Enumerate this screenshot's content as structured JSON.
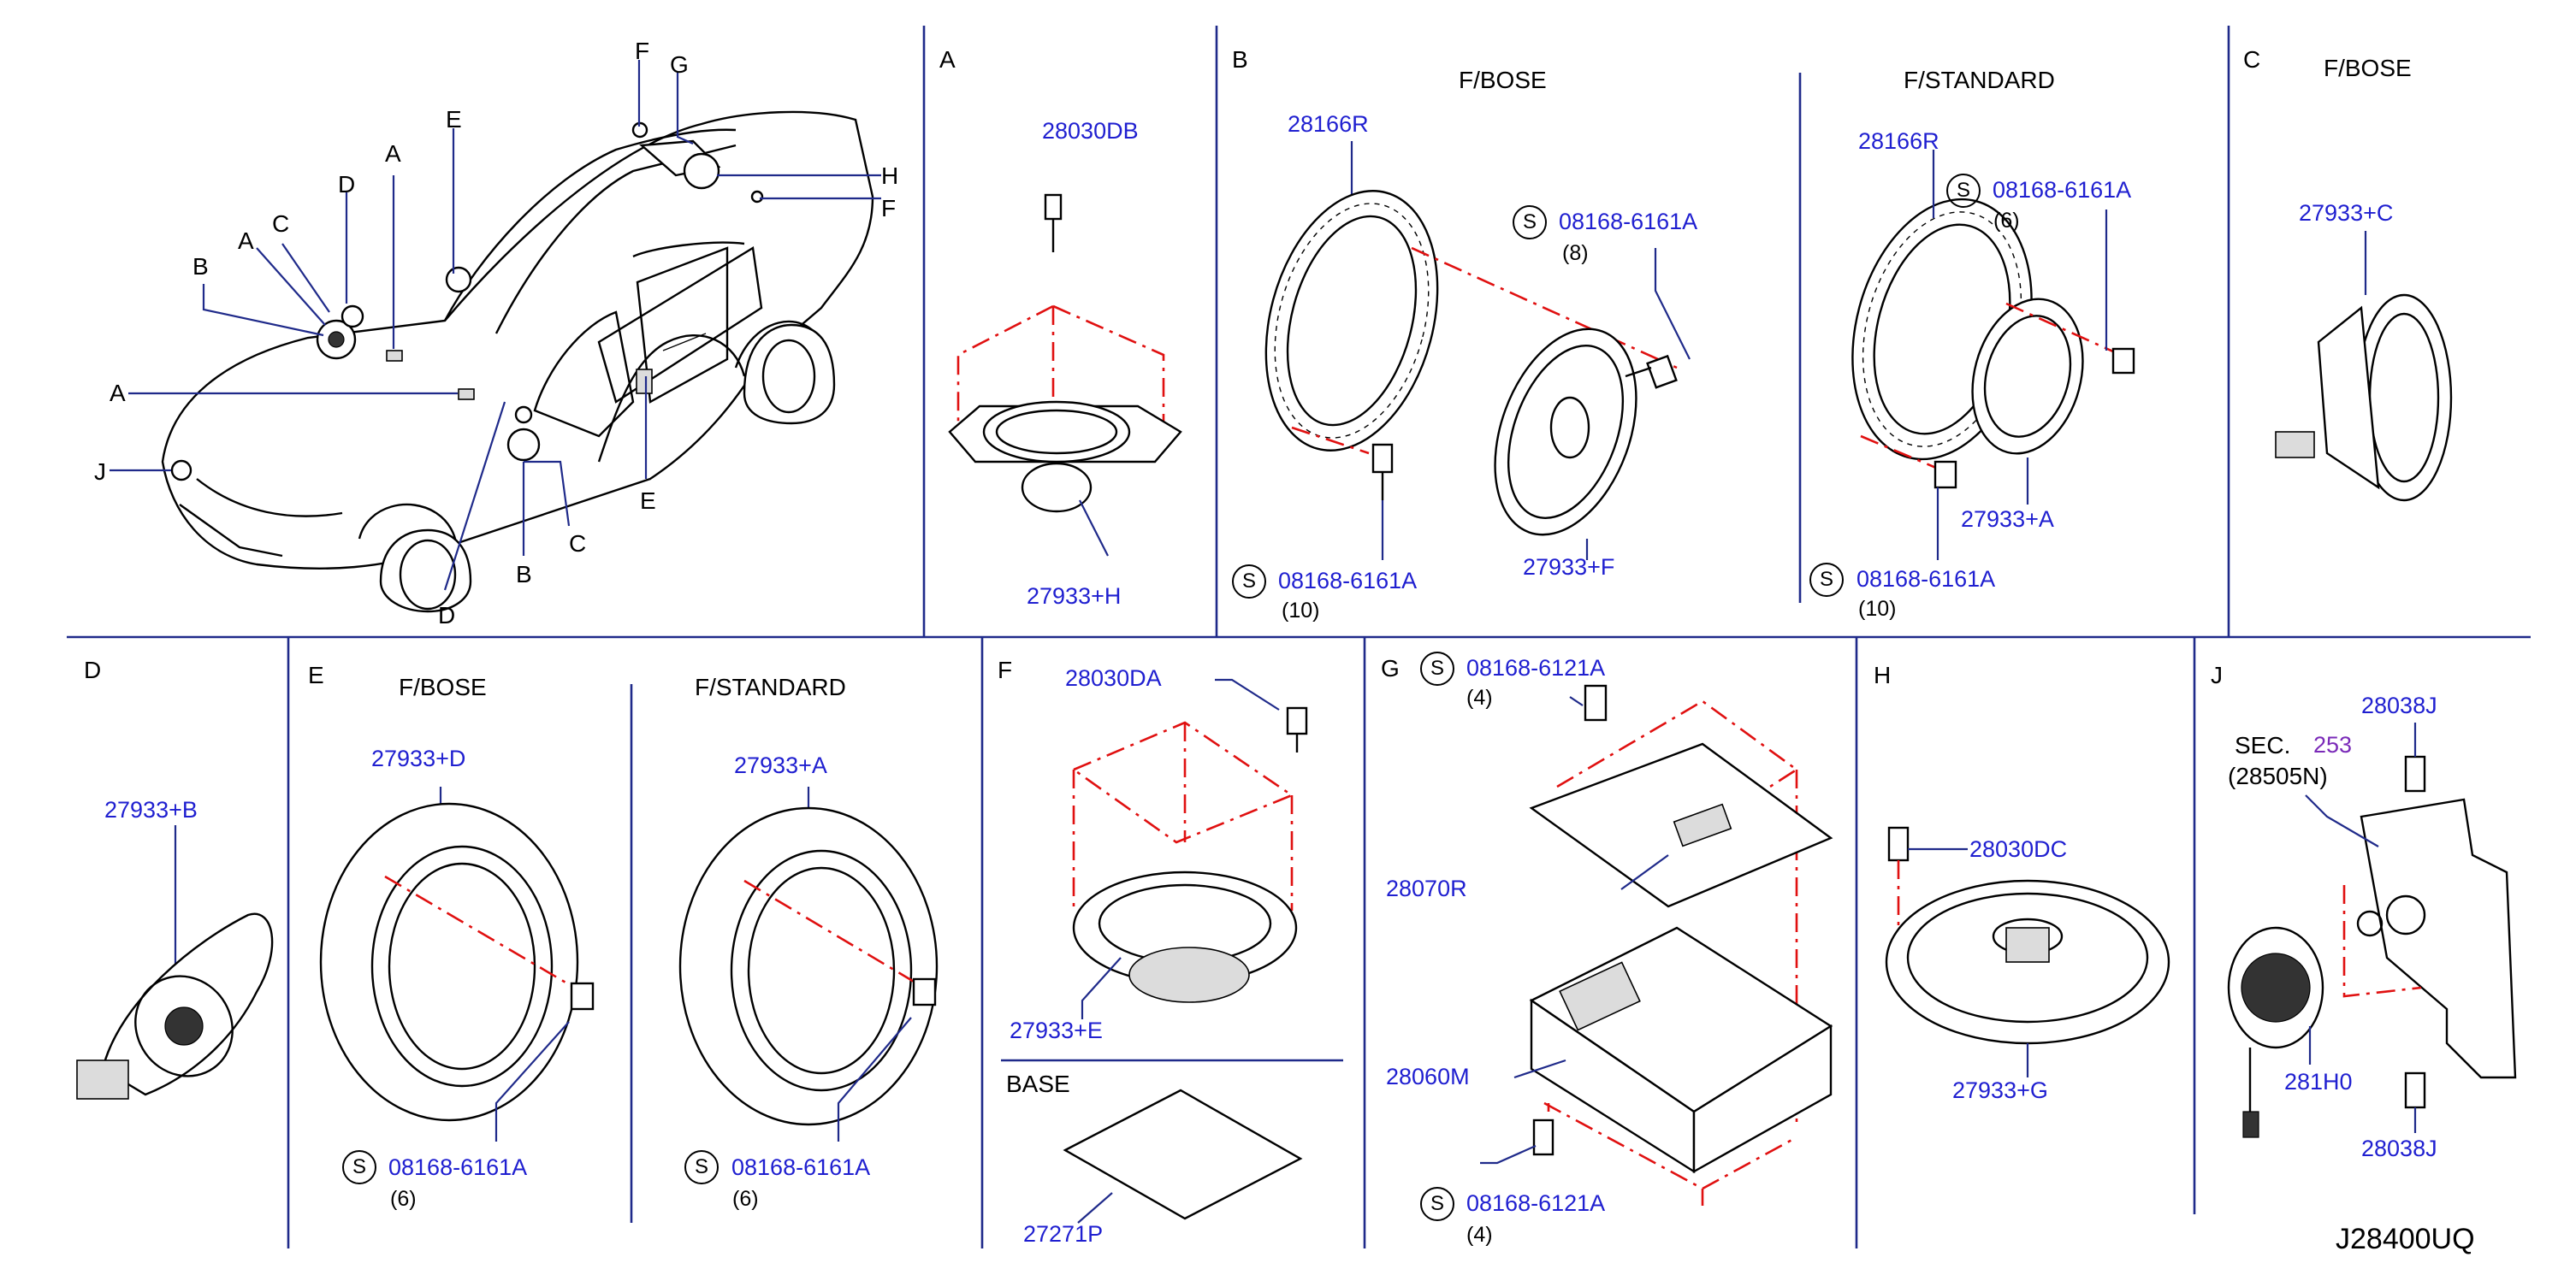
{
  "diagram_code": "J28400UQ",
  "overview": {
    "callouts": [
      "F",
      "G",
      "E",
      "D",
      "A",
      "C",
      "A",
      "B",
      "H",
      "F",
      "A",
      "J",
      "E",
      "C",
      "B",
      "D"
    ]
  },
  "panels": {
    "A": {
      "letter": "A",
      "parts": [
        "28030DB",
        "27933+H"
      ]
    },
    "B": {
      "letter": "B",
      "title_bose": "F/BOSE",
      "title_standard": "F/STANDARD",
      "parts": [
        "28166R",
        "08168-6161A",
        "08168-6161A",
        "27933+F",
        "28166R",
        "08168-6161A",
        "27933+A",
        "08168-6161A"
      ],
      "qty": [
        "(8)",
        "(10)",
        "(6)",
        "(10)"
      ],
      "s": "S"
    },
    "C": {
      "letter": "C",
      "title": "F/BOSE",
      "parts": [
        "27933+C"
      ]
    },
    "D": {
      "letter": "D",
      "parts": [
        "27933+B"
      ]
    },
    "E": {
      "letter": "E",
      "title_bose": "F/BOSE",
      "title_standard": "F/STANDARD",
      "parts": [
        "27933+D",
        "08168-6161A",
        "27933+A",
        "08168-6161A"
      ],
      "qty": [
        "(6)",
        "(6)"
      ],
      "s": "S"
    },
    "F": {
      "letter": "F",
      "parts": [
        "28030DA",
        "27933+E",
        "27271P"
      ],
      "sub_title": "BASE"
    },
    "G": {
      "letter": "G",
      "parts": [
        "08168-6121A",
        "28070R",
        "28060M",
        "08168-6121A"
      ],
      "qty": [
        "(4)",
        "(4)"
      ],
      "s": "S"
    },
    "H": {
      "letter": "H",
      "parts": [
        "28030DC",
        "27933+G"
      ]
    },
    "J": {
      "letter": "J",
      "parts": [
        "28038J",
        "281H0",
        "28038J"
      ],
      "sec_label": "SEC.",
      "sec_num": "253",
      "sec_ref": "(28505N)"
    }
  }
}
